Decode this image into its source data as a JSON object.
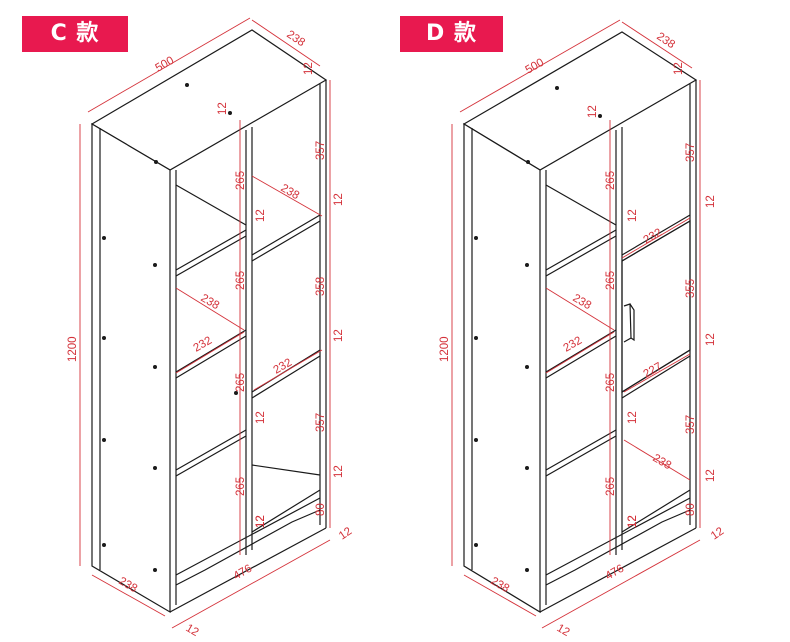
{
  "colors": {
    "badge": "#e8194f",
    "dimension": "#d4323a",
    "outline": "#1a1a1a"
  },
  "models": [
    {
      "badge": "C 款",
      "dims": {
        "width": "500",
        "depth": "238",
        "height": "1200",
        "inner_width": "476",
        "bottom_depth": "238",
        "side_panel": "12",
        "top_panel": "12",
        "top_right_section": "357",
        "mid_right_section": "358",
        "bottom_right_section": "357",
        "plinth": "80",
        "left_cell_1": "265",
        "left_cell_2": "265",
        "left_cell_3": "265",
        "left_cell_4": "265",
        "shelf_1": "12",
        "shelf_2": "12",
        "shelf_3": "12",
        "shelf_4": "12",
        "right_shelf_1": "12",
        "right_shelf_2": "12",
        "right_shelf_3": "12",
        "depth_1": "238",
        "depth_2": "238",
        "width_left": "232",
        "width_right": "232",
        "bottom_side": "12",
        "base_12": "12"
      }
    },
    {
      "badge": "D 款",
      "dims": {
        "width": "500",
        "depth": "238",
        "height": "1200",
        "inner_width": "476",
        "bottom_depth": "238",
        "side_panel": "12",
        "top_panel": "12",
        "top_right_section": "357",
        "mid_right_section": "355",
        "bottom_right_section": "357",
        "plinth": "80",
        "left_cell_1": "265",
        "left_cell_2": "265",
        "left_cell_3": "265",
        "left_cell_4": "265",
        "shelf_1": "12",
        "shelf_2": "12",
        "shelf_3": "12",
        "shelf_4": "12",
        "right_shelf_1": "12",
        "right_shelf_2": "12",
        "right_shelf_3": "12",
        "depth_1": "238",
        "depth_2": "238",
        "width_left": "232",
        "width_door": "232",
        "door_inner": "227",
        "bottom_side": "12",
        "base_12": "12"
      }
    }
  ]
}
